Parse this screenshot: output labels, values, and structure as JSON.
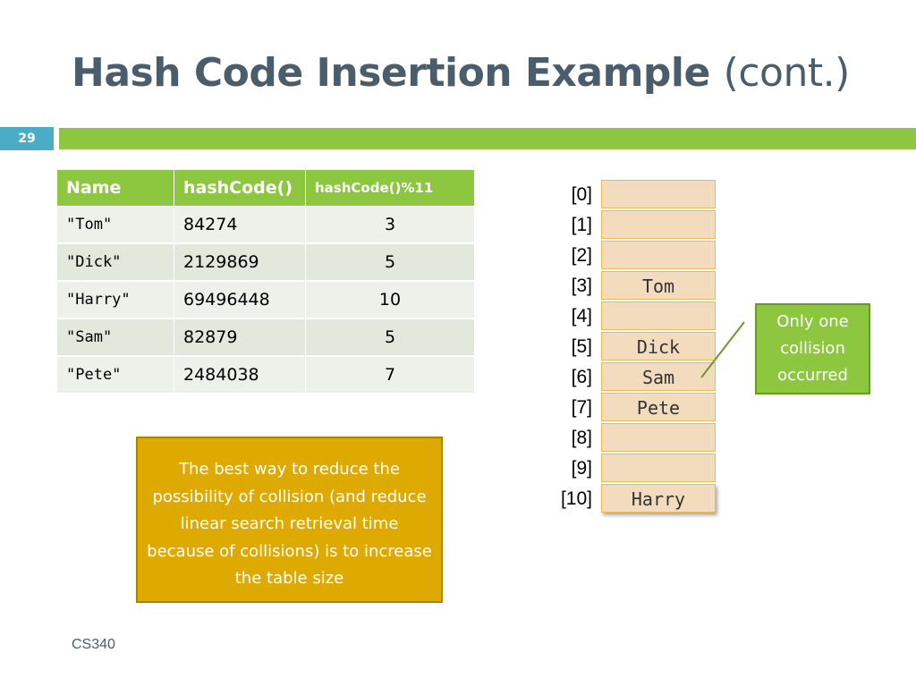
{
  "title": {
    "main": "Hash Code Insertion Example",
    "sub": "(cont.)"
  },
  "slide_number": "29",
  "table": {
    "headers": [
      "Name",
      "hashCode()",
      "hashCode()%11"
    ],
    "rows": [
      {
        "name": "\"Tom\"",
        "hash": "84274",
        "mod": "3"
      },
      {
        "name": "\"Dick\"",
        "hash": "2129869",
        "mod": "5"
      },
      {
        "name": "\"Harry\"",
        "hash": "69496448",
        "mod": "10"
      },
      {
        "name": "\"Sam\"",
        "hash": "82879",
        "mod": "5"
      },
      {
        "name": "\"Pete\"",
        "hash": "2484038",
        "mod": "7"
      }
    ]
  },
  "hash_table": {
    "slots": [
      {
        "index": "[0]",
        "value": ""
      },
      {
        "index": "[1]",
        "value": ""
      },
      {
        "index": "[2]",
        "value": ""
      },
      {
        "index": "[3]",
        "value": "Tom"
      },
      {
        "index": "[4]",
        "value": ""
      },
      {
        "index": "[5]",
        "value": "Dick"
      },
      {
        "index": "[6]",
        "value": "Sam"
      },
      {
        "index": "[7]",
        "value": "Pete"
      },
      {
        "index": "[8]",
        "value": ""
      },
      {
        "index": "[9]",
        "value": ""
      },
      {
        "index": "[10]",
        "value": "Harry"
      }
    ]
  },
  "callout": "Only one collision occurred",
  "note": "The best way to reduce the possibility of collision (and reduce linear search retrieval time because of collisions) is to increase the table size",
  "footer": "CS340",
  "colors": {
    "accent_green": "#8dc63f",
    "slide_number_bg": "#4bacc6",
    "note_bg": "#dfaa00",
    "slot_bg": "#f2dcbd",
    "title": "#4a5d6d"
  }
}
